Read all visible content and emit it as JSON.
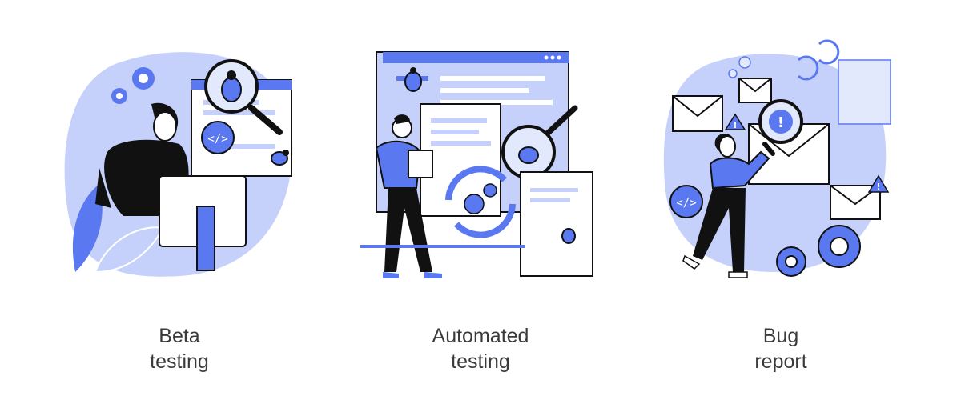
{
  "colors": {
    "accent": "#5a78f0",
    "accent_light": "#c6d1fb",
    "accent_pale": "#e3e9fd",
    "ink": "#111111",
    "caption": "#3a3a3a"
  },
  "panels": [
    {
      "caption_line1": "Beta",
      "caption_line2": "testing",
      "icons": [
        "person-at-computer-icon",
        "magnifier-bug-icon",
        "code-badge-icon",
        "gear-icon",
        "bug-icon"
      ]
    },
    {
      "caption_line1": "Automated",
      "caption_line2": "testing",
      "icons": [
        "browser-window-icon",
        "bug-icon",
        "document-icon",
        "refresh-gears-icon",
        "magnifier-bug-icon",
        "mobile-device-icon",
        "person-with-tablet-icon"
      ]
    },
    {
      "caption_line1": "Bug",
      "caption_line2": "report",
      "icons": [
        "envelope-icon",
        "warning-icon",
        "magnifier-alert-icon",
        "code-badge-icon",
        "gear-icon",
        "refresh-icon",
        "person-walking-icon"
      ]
    }
  ]
}
